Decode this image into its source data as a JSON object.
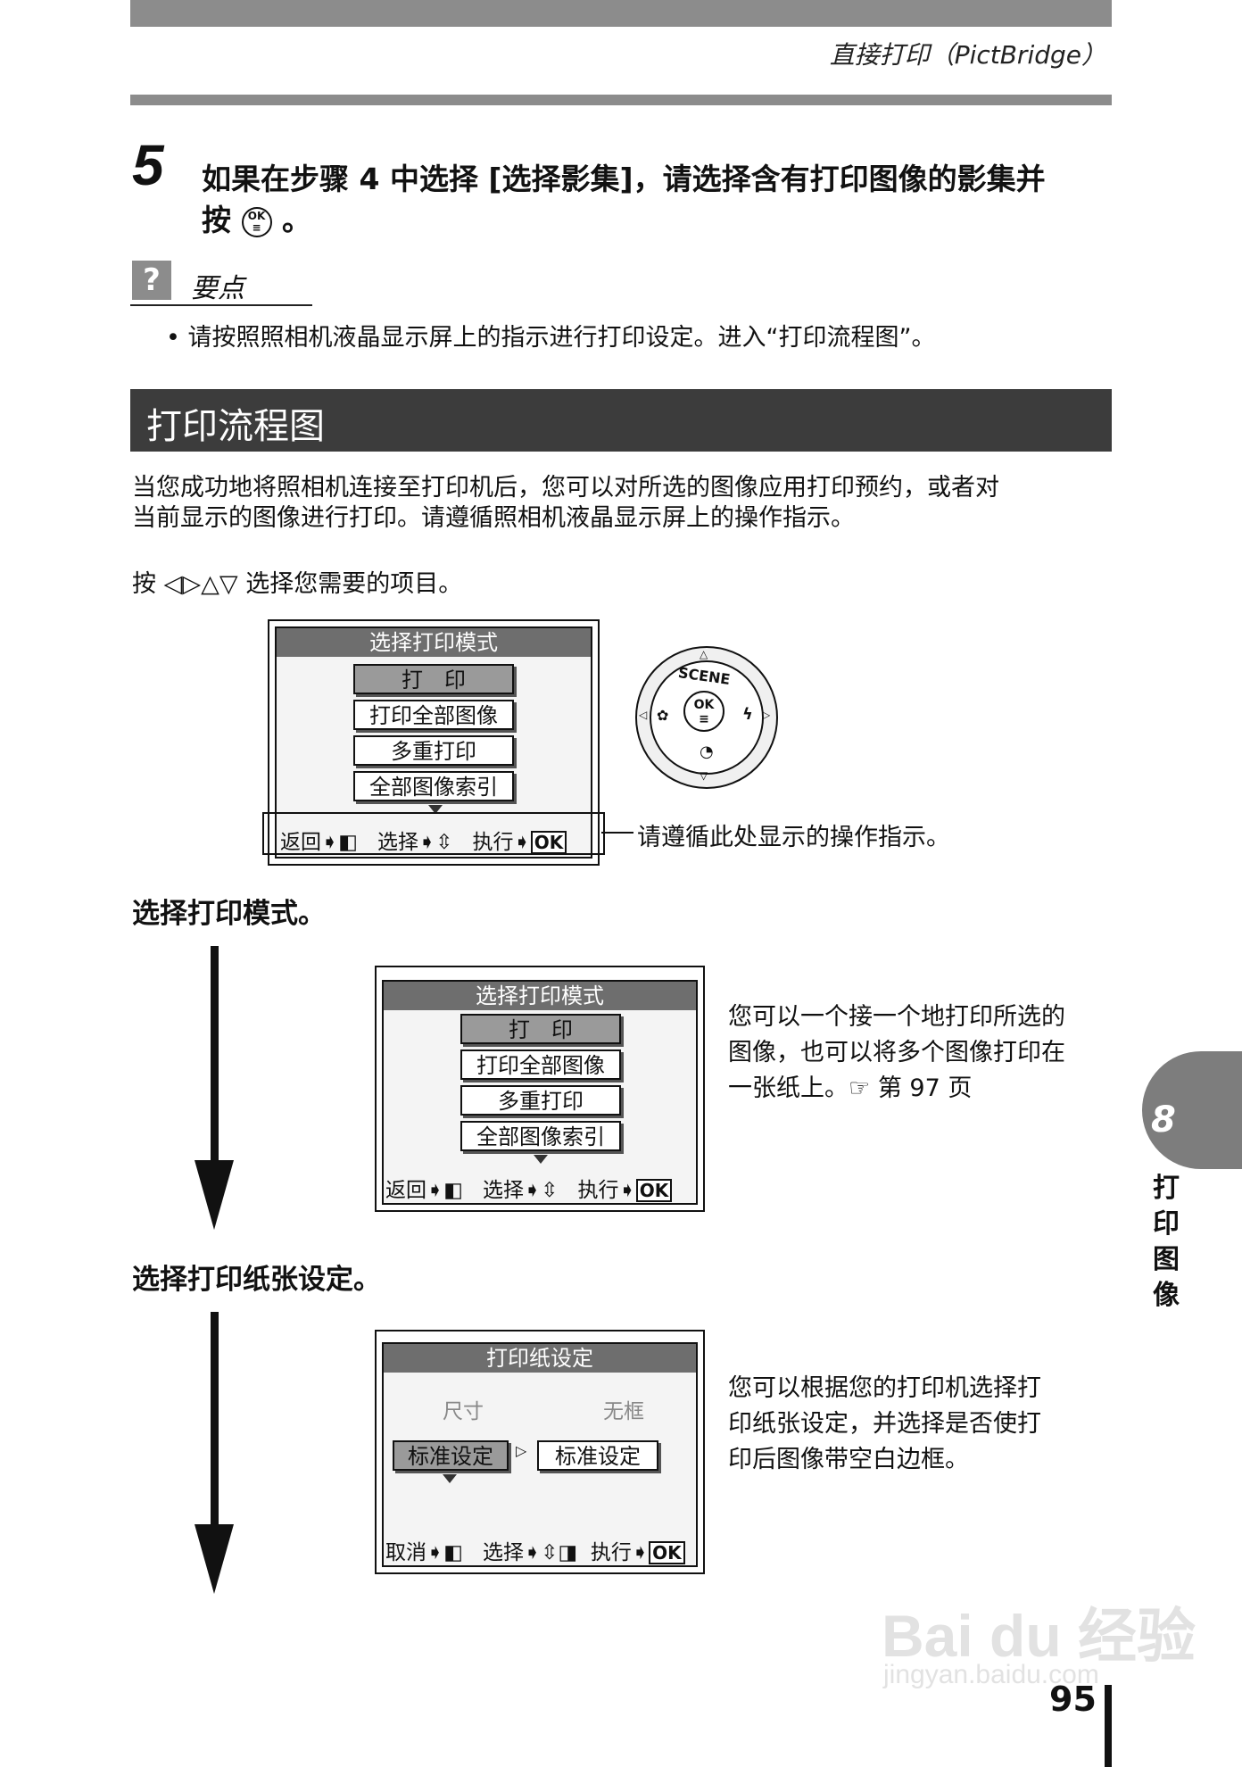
{
  "header": {
    "title": "直接打印（PictBridge）"
  },
  "step5": {
    "number": "5",
    "text_line1": "如果在步骤 4 中选择 [选择影集]，请选择含有打印图像的影集并",
    "text_line2_prefix": "按",
    "ok_icon_text": "OK",
    "text_line2_suffix": "。"
  },
  "tip": {
    "icon": "?",
    "title": "要点",
    "bullet": "•",
    "text": "请按照照相机液晶显示屏上的指示进行打印设定。进入“打印流程图”。"
  },
  "section": {
    "title": "打印流程图"
  },
  "intro": {
    "line1": "当您成功地将照相机连接至打印机后，您可以对所选的图像应用打印预约，或者对",
    "line2": "当前显示的图像进行打印。请遵循照相机液晶显示屏上的操作指示。"
  },
  "press_line": {
    "prefix": "按",
    "arrows": "◁▷△▽",
    "suffix": "选择您需要的项目。"
  },
  "screen_main": {
    "title": "选择打印模式",
    "items": [
      "打　印",
      "打印全部图像",
      "多重打印",
      "全部图像索引"
    ],
    "bottom": {
      "back": "返回",
      "select": "选择",
      "exec": "执行",
      "ok": "OK"
    }
  },
  "callout": "请遵循此处显示的操作指示。",
  "dial": {
    "scene": "SCENE",
    "ok": "OK"
  },
  "flow": {
    "step1_label": "选择打印模式。",
    "screen1": {
      "title": "选择打印模式",
      "items": [
        "打　印",
        "打印全部图像",
        "多重打印",
        "全部图像索引"
      ],
      "bottom": {
        "back": "返回",
        "select": "选择",
        "exec": "执行",
        "ok": "OK"
      }
    },
    "desc1": {
      "line1": "您可以一个接一个地打印所选的",
      "line2": "图像，也可以将多个图像打印在",
      "line3": "一张纸上。",
      "ref_icon": "☞",
      "ref_text": "第 97 页"
    },
    "step2_label": "选择打印纸张设定。",
    "screen2": {
      "title": "打印纸设定",
      "col1": "尺寸",
      "col2": "无框",
      "value1": "标准设定",
      "value2": "标准设定",
      "bottom": {
        "cancel": "取消",
        "select": "选择",
        "exec": "执行",
        "ok": "OK"
      }
    },
    "desc2": {
      "line1": "您可以根据您的打印机选择打",
      "line2": "印纸张设定，并选择是否使打",
      "line3": "印后图像带空白边框。"
    }
  },
  "chapter": {
    "number": "8",
    "label": "打印图像"
  },
  "page_number": "95",
  "watermark": {
    "brand": "Bai du 经验",
    "url": "jingyan.baidu.com"
  }
}
